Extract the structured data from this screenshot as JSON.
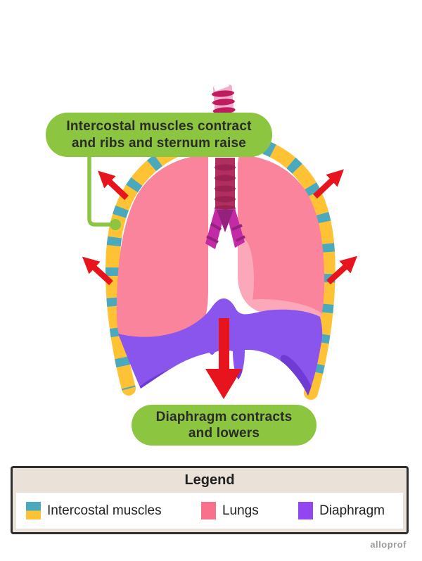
{
  "page": {
    "bg": "#FFFFFF",
    "watermark": "alloprof"
  },
  "annotations": {
    "top_label": {
      "line1": "Intercostal muscles contract",
      "line2": "and ribs and sternum raise"
    },
    "bottom_label": {
      "line1": "Diaphragm contracts",
      "line2": "and lowers"
    },
    "label_bg": "#8CC540",
    "label_text_color": "#2B2B2B"
  },
  "legend": {
    "title": "Legend",
    "items": [
      {
        "label": "Intercostal muscles",
        "swatch": [
          "#4BA9BE",
          "#FFC234"
        ]
      },
      {
        "label": "Lungs",
        "swatch": [
          "#F8708C"
        ]
      },
      {
        "label": "Diaphragm",
        "swatch": [
          "#9146F0"
        ]
      }
    ],
    "box_bg": "#EAE1D9",
    "panel_bg": "#FFFFFF",
    "border_color": "#2F2F2F",
    "text_color": "#212121"
  },
  "colors": {
    "ribcage_yellow": "#FFC234",
    "ribcage_teal": "#4BA9BE",
    "lung": "#F9849B",
    "lung_light": "#FBA9BA",
    "diaphragm": "#8A55EC",
    "diaphragm_dark": "#6F3BD4",
    "trachea_upper": "#EFB0CD",
    "trachea_ring": "#C01A60",
    "trachea_lower": "#B12E60",
    "trachea_lower_ring": "#9B2351",
    "bronchi": "#C32BA6",
    "bronchi_dark": "#93217D",
    "arrow": "#E8141D",
    "connector": "#8CC540",
    "watermark": "#9B9B9B"
  }
}
